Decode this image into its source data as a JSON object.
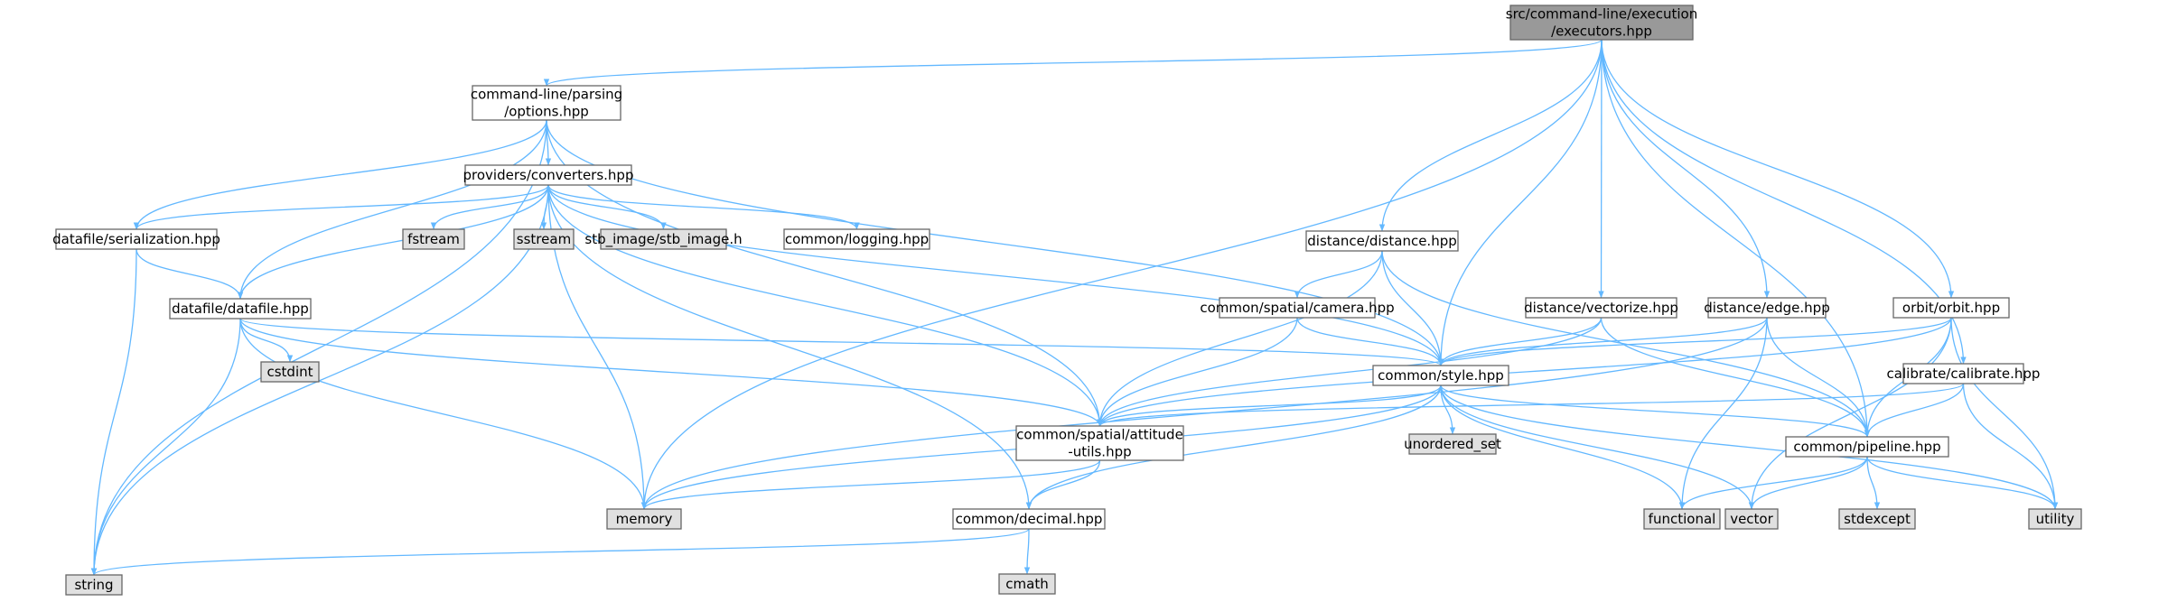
{
  "colors": {
    "edge": "#63b8ff",
    "root_fill": "#999999",
    "project_fill": "#ffffff",
    "system_fill": "#e0e0e0",
    "node_border": "#666666"
  },
  "nodes": {
    "root": {
      "lines": [
        "src/command-line/execution",
        "/executors.hpp"
      ],
      "kind": "root"
    },
    "options": {
      "lines": [
        "command-line/parsing",
        "/options.hpp"
      ],
      "kind": "project"
    },
    "converters": {
      "lines": [
        "providers/converters.hpp"
      ],
      "kind": "project"
    },
    "serialization": {
      "lines": [
        "datafile/serialization.hpp"
      ],
      "kind": "project"
    },
    "datafile": {
      "lines": [
        "datafile/datafile.hpp"
      ],
      "kind": "project"
    },
    "cstdint": {
      "lines": [
        "cstdint"
      ],
      "kind": "system"
    },
    "fstream": {
      "lines": [
        "fstream"
      ],
      "kind": "system"
    },
    "sstream": {
      "lines": [
        "sstream"
      ],
      "kind": "system"
    },
    "stb_image": {
      "lines": [
        "stb_image/stb_image.h"
      ],
      "kind": "system"
    },
    "logging": {
      "lines": [
        "common/logging.hpp"
      ],
      "kind": "project"
    },
    "distance": {
      "lines": [
        "distance/distance.hpp"
      ],
      "kind": "project"
    },
    "camera": {
      "lines": [
        "common/spatial/camera.hpp"
      ],
      "kind": "project"
    },
    "vectorize": {
      "lines": [
        "distance/vectorize.hpp"
      ],
      "kind": "project"
    },
    "edge": {
      "lines": [
        "distance/edge.hpp"
      ],
      "kind": "project"
    },
    "orbit": {
      "lines": [
        "orbit/orbit.hpp"
      ],
      "kind": "project"
    },
    "style": {
      "lines": [
        "common/style.hpp"
      ],
      "kind": "project"
    },
    "calibrate": {
      "lines": [
        "calibrate/calibrate.hpp"
      ],
      "kind": "project"
    },
    "attitude": {
      "lines": [
        "common/spatial/attitude",
        "-utils.hpp"
      ],
      "kind": "project"
    },
    "unordered_set": {
      "lines": [
        "unordered_set"
      ],
      "kind": "system"
    },
    "pipeline": {
      "lines": [
        "common/pipeline.hpp"
      ],
      "kind": "project"
    },
    "memory": {
      "lines": [
        "memory"
      ],
      "kind": "system"
    },
    "decimal": {
      "lines": [
        "common/decimal.hpp"
      ],
      "kind": "project"
    },
    "functional": {
      "lines": [
        "functional"
      ],
      "kind": "system"
    },
    "vector": {
      "lines": [
        "vector"
      ],
      "kind": "system"
    },
    "stdexcept": {
      "lines": [
        "stdexcept"
      ],
      "kind": "system"
    },
    "utility": {
      "lines": [
        "utility"
      ],
      "kind": "system"
    },
    "string": {
      "lines": [
        "string"
      ],
      "kind": "system"
    },
    "cmath": {
      "lines": [
        "cmath"
      ],
      "kind": "system"
    }
  },
  "edges": [
    [
      "root",
      "options"
    ],
    [
      "root",
      "memory"
    ],
    [
      "root",
      "distance"
    ],
    [
      "root",
      "style"
    ],
    [
      "root",
      "vectorize"
    ],
    [
      "root",
      "edge"
    ],
    [
      "root",
      "orbit"
    ],
    [
      "root",
      "calibrate"
    ],
    [
      "root",
      "pipeline"
    ],
    [
      "options",
      "converters"
    ],
    [
      "options",
      "serialization"
    ],
    [
      "options",
      "datafile"
    ],
    [
      "options",
      "string"
    ],
    [
      "options",
      "attitude"
    ],
    [
      "options",
      "style"
    ],
    [
      "converters",
      "serialization"
    ],
    [
      "converters",
      "datafile"
    ],
    [
      "converters",
      "fstream"
    ],
    [
      "converters",
      "sstream"
    ],
    [
      "converters",
      "stb_image"
    ],
    [
      "converters",
      "logging"
    ],
    [
      "converters",
      "memory"
    ],
    [
      "converters",
      "string"
    ],
    [
      "converters",
      "attitude"
    ],
    [
      "converters",
      "decimal"
    ],
    [
      "converters",
      "style"
    ],
    [
      "serialization",
      "datafile"
    ],
    [
      "serialization",
      "string"
    ],
    [
      "datafile",
      "cstdint"
    ],
    [
      "datafile",
      "style"
    ],
    [
      "datafile",
      "attitude"
    ],
    [
      "datafile",
      "memory"
    ],
    [
      "datafile",
      "string"
    ],
    [
      "distance",
      "camera"
    ],
    [
      "distance",
      "style"
    ],
    [
      "distance",
      "attitude"
    ],
    [
      "distance",
      "pipeline"
    ],
    [
      "camera",
      "style"
    ],
    [
      "camera",
      "attitude"
    ],
    [
      "vectorize",
      "style"
    ],
    [
      "vectorize",
      "attitude"
    ],
    [
      "vectorize",
      "pipeline"
    ],
    [
      "edge",
      "style"
    ],
    [
      "edge",
      "pipeline"
    ],
    [
      "edge",
      "functional"
    ],
    [
      "edge",
      "memory"
    ],
    [
      "orbit",
      "style"
    ],
    [
      "orbit",
      "pipeline"
    ],
    [
      "orbit",
      "attitude"
    ],
    [
      "orbit",
      "vector"
    ],
    [
      "orbit",
      "utility"
    ],
    [
      "calibrate",
      "pipeline"
    ],
    [
      "calibrate",
      "attitude"
    ],
    [
      "calibrate",
      "utility"
    ],
    [
      "style",
      "attitude"
    ],
    [
      "style",
      "unordered_set"
    ],
    [
      "style",
      "pipeline"
    ],
    [
      "style",
      "memory"
    ],
    [
      "style",
      "decimal"
    ],
    [
      "style",
      "functional"
    ],
    [
      "style",
      "vector"
    ],
    [
      "style",
      "utility"
    ],
    [
      "attitude",
      "memory"
    ],
    [
      "attitude",
      "decimal"
    ],
    [
      "pipeline",
      "functional"
    ],
    [
      "pipeline",
      "vector"
    ],
    [
      "pipeline",
      "stdexcept"
    ],
    [
      "pipeline",
      "utility"
    ],
    [
      "decimal",
      "string"
    ],
    [
      "decimal",
      "cmath"
    ]
  ]
}
